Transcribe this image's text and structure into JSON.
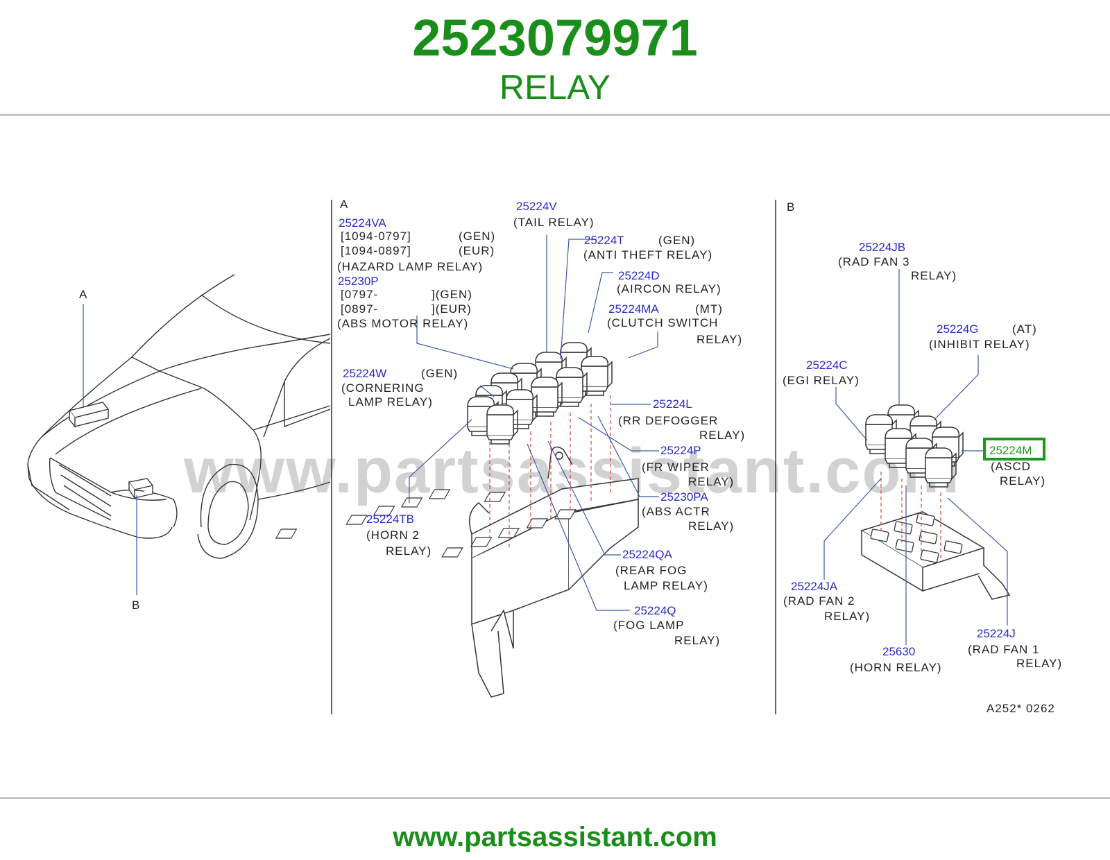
{
  "header": {
    "part_number": "2523079971",
    "part_name": "RELAY"
  },
  "watermark": "www.partsassistant.com",
  "footer": {
    "url": "www.partsassistant.com"
  },
  "highlight_color": "#1a9a1a",
  "diagram": {
    "view_a": {
      "marker": "A"
    },
    "view_b": {
      "marker": "B"
    },
    "car_markers": {
      "a": "A",
      "b": "B"
    },
    "code": "A252*   0262",
    "callouts": {
      "p25224VA": {
        "pn": "25224VA",
        "lines": [
          "[1094-0797]",
          "[1094-0897]"
        ],
        "tags": [
          "(GEN)",
          "(EUR)"
        ],
        "desc": "(HAZARD      LAMP  RELAY)"
      },
      "p25230P": {
        "pn": "25230P",
        "lines": [
          "[0797-",
          "[0897-"
        ],
        "tags": [
          "](GEN)",
          "](EUR)"
        ],
        "desc": "(ABS  MOTOR     RELAY)"
      },
      "p25224V": {
        "pn": "25224V",
        "desc": "(TAIL   RELAY)"
      },
      "p25224T": {
        "pn": "25224T",
        "tag": "(GEN)",
        "desc": "(ANTI  THEFT  RELAY)"
      },
      "p25224D": {
        "pn": "25224D",
        "desc": "(AIRCON   RELAY)"
      },
      "p25224MA": {
        "pn": "25224MA",
        "tag": "(MT)",
        "desc1": "(CLUTCH      SWITCH",
        "desc2": "RELAY)"
      },
      "p25224W": {
        "pn": "25224W",
        "tag": "(GEN)",
        "desc1": "(CORNERING",
        "desc2": "LAMP   RELAY)"
      },
      "p25224L": {
        "pn": "25224L",
        "desc1": "(RR   DEFOGGER",
        "desc2": "RELAY)"
      },
      "p25224P": {
        "pn": "25224P",
        "desc1": "(FR   WIPER",
        "desc2": "RELAY)"
      },
      "p25230PA": {
        "pn": "25230PA",
        "desc1": "(ABS   ACTR",
        "desc2": "RELAY)"
      },
      "p25224TB": {
        "pn": "25224TB",
        "desc1": "(HORN   2",
        "desc2": "RELAY)"
      },
      "p25224QA": {
        "pn": "25224QA",
        "desc1": "(REAR   FOG",
        "desc2": "LAMP   RELAY)"
      },
      "p25224Q": {
        "pn": "25224Q",
        "desc1": "(FOG   LAMP",
        "desc2": "RELAY)"
      },
      "p25224JB": {
        "pn": "25224JB",
        "desc1": "(RAD   FAN   3",
        "desc2": "RELAY)"
      },
      "p25224G": {
        "pn": "25224G",
        "tag": "(AT)",
        "desc": "(INHIBIT   RELAY)"
      },
      "p25224C": {
        "pn": "25224C",
        "desc": "(EGI   RELAY)"
      },
      "p25224M": {
        "pn": "25224M",
        "desc1": "(ASCD",
        "desc2": "RELAY)"
      },
      "p25224JA": {
        "pn": "25224JA",
        "desc1": "(RAD   FAN   2",
        "desc2": "RELAY)"
      },
      "p25630": {
        "pn": "25630",
        "desc": "(HORN   RELAY)"
      },
      "p25224J": {
        "pn": "25224J",
        "desc1": "(RAD   FAN   1",
        "desc2": "RELAY)"
      }
    }
  }
}
